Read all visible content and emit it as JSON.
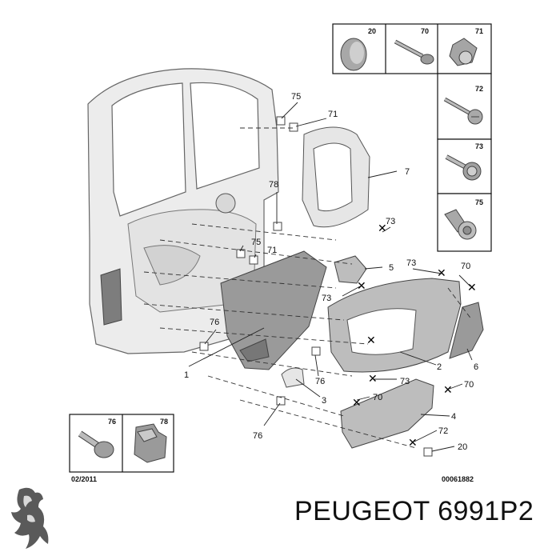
{
  "callouts": {
    "c75a": "75",
    "c71a": "71",
    "c7": "7",
    "c78": "78",
    "c73a": "73",
    "c75b": "75",
    "c71b": "71",
    "c5": "5",
    "c73b": "73",
    "c70a": "70",
    "c73c": "73",
    "c76a": "76",
    "c1": "1",
    "c76b": "76",
    "c2": "2",
    "c6": "6",
    "c73d": "73",
    "c70b": "70",
    "c3": "3",
    "c70c": "70",
    "c4": "4",
    "c76c": "76",
    "c72": "72",
    "c20": "20"
  },
  "inset_top": {
    "labels": [
      "20",
      "70",
      "71",
      "72",
      "73",
      "75"
    ]
  },
  "inset_bottom": {
    "labels": [
      "76",
      "78"
    ]
  },
  "footer": {
    "date": "02/2011",
    "ref": "00061882"
  },
  "brand": {
    "title": "PEUGEOT 6991P2"
  }
}
